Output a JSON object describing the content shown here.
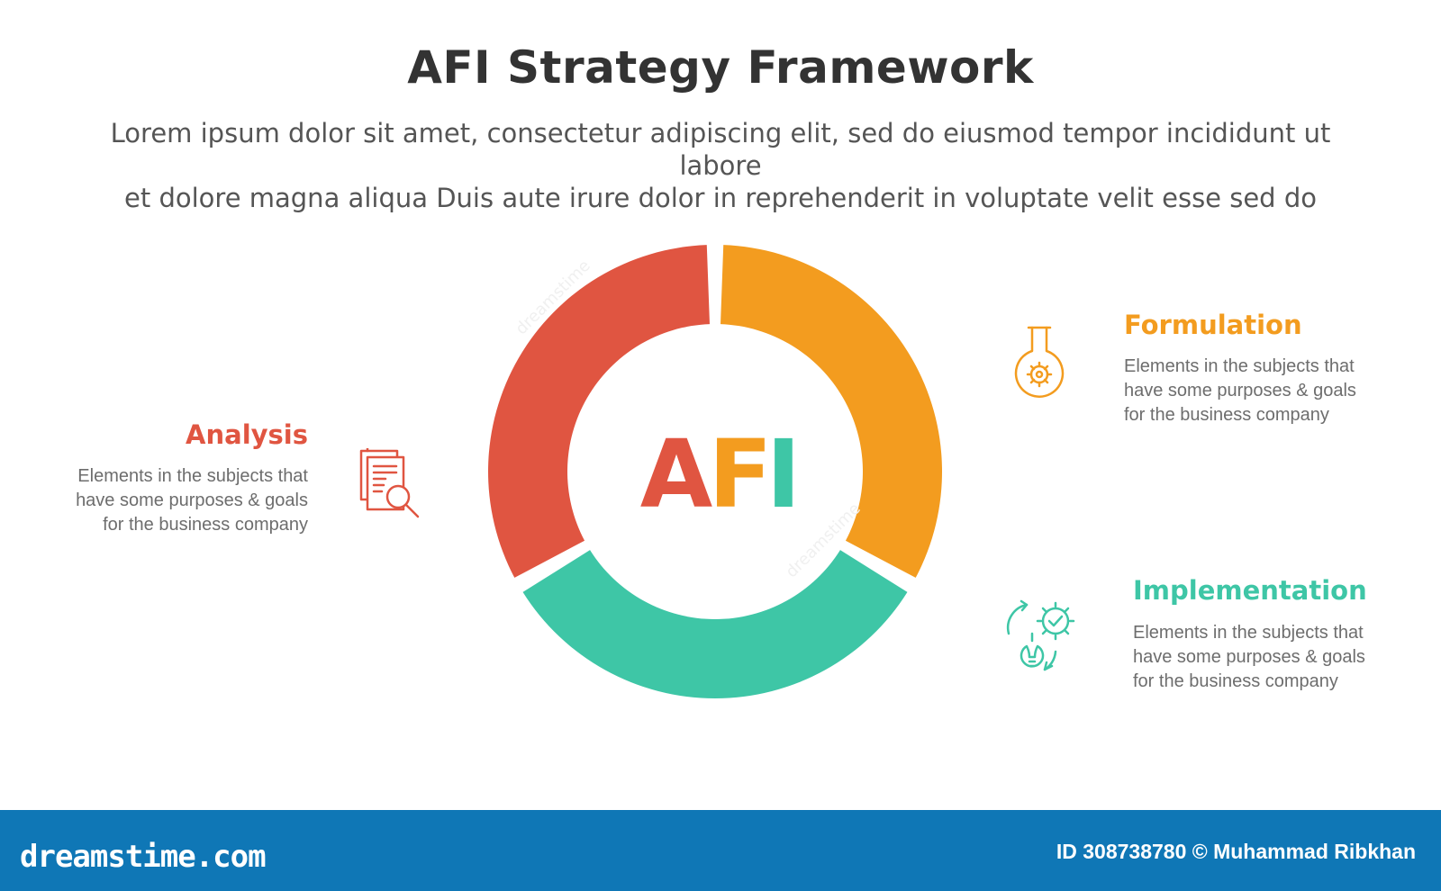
{
  "header": {
    "title": "AFI Strategy Framework",
    "subtitle_line1": "Lorem ipsum dolor sit amet, consectetur adipiscing elit, sed do eiusmod tempor incididunt ut labore",
    "subtitle_line2": "et dolore magna aliqua Duis aute irure dolor in reprehenderit in voluptate velit esse sed do"
  },
  "center": {
    "letters": [
      "A",
      "F",
      "I"
    ]
  },
  "sections": [
    {
      "id": "analysis",
      "title": "Analysis",
      "desc1": "Elements in the subjects that",
      "desc2": "have  some purposes & goals",
      "desc3": "for the  business company",
      "color": "#e05541",
      "icon": "document-search-icon"
    },
    {
      "id": "formulation",
      "title": "Formulation",
      "desc1": "Elements in the subjects that",
      "desc2": "have  some purposes & goals",
      "desc3": "for the  business company",
      "color": "#f39c1f",
      "icon": "flask-gear-icon"
    },
    {
      "id": "implementation",
      "title": "Implementation",
      "desc1": "Elements in the subjects that",
      "desc2": "have  some purposes & goals",
      "desc3": "for the  business company",
      "color": "#3ec6a6",
      "icon": "idea-gear-cycle-icon"
    }
  ],
  "footer": {
    "brand": "dreamstime.com",
    "credit": "ID 308738780 © Muhammad Ribkhan"
  }
}
